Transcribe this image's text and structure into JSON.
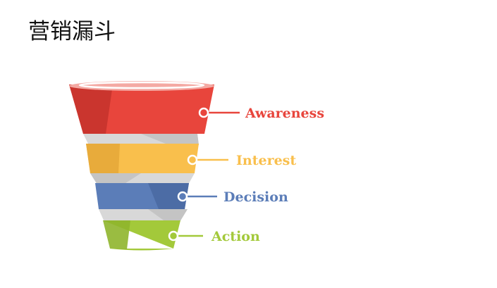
{
  "title": "营销漏斗",
  "stages": [
    {
      "label": "Awareness",
      "color": "#e8453c",
      "color_dark": "#c7332c"
    },
    {
      "label": "Interest",
      "color": "#f9bf4c",
      "color_dark": "#e5a93a"
    },
    {
      "label": "Decision",
      "color": "#5b7db8",
      "color_dark": "#4a6aa3"
    },
    {
      "label": "Action",
      "color": "#a3c93a",
      "color_dark": "#8fb52c"
    }
  ],
  "colors": {
    "connector_gray": "#d8d8d8",
    "connector_shadow": "#bcbcbc",
    "rim_highlight": "#f4a9a3"
  }
}
